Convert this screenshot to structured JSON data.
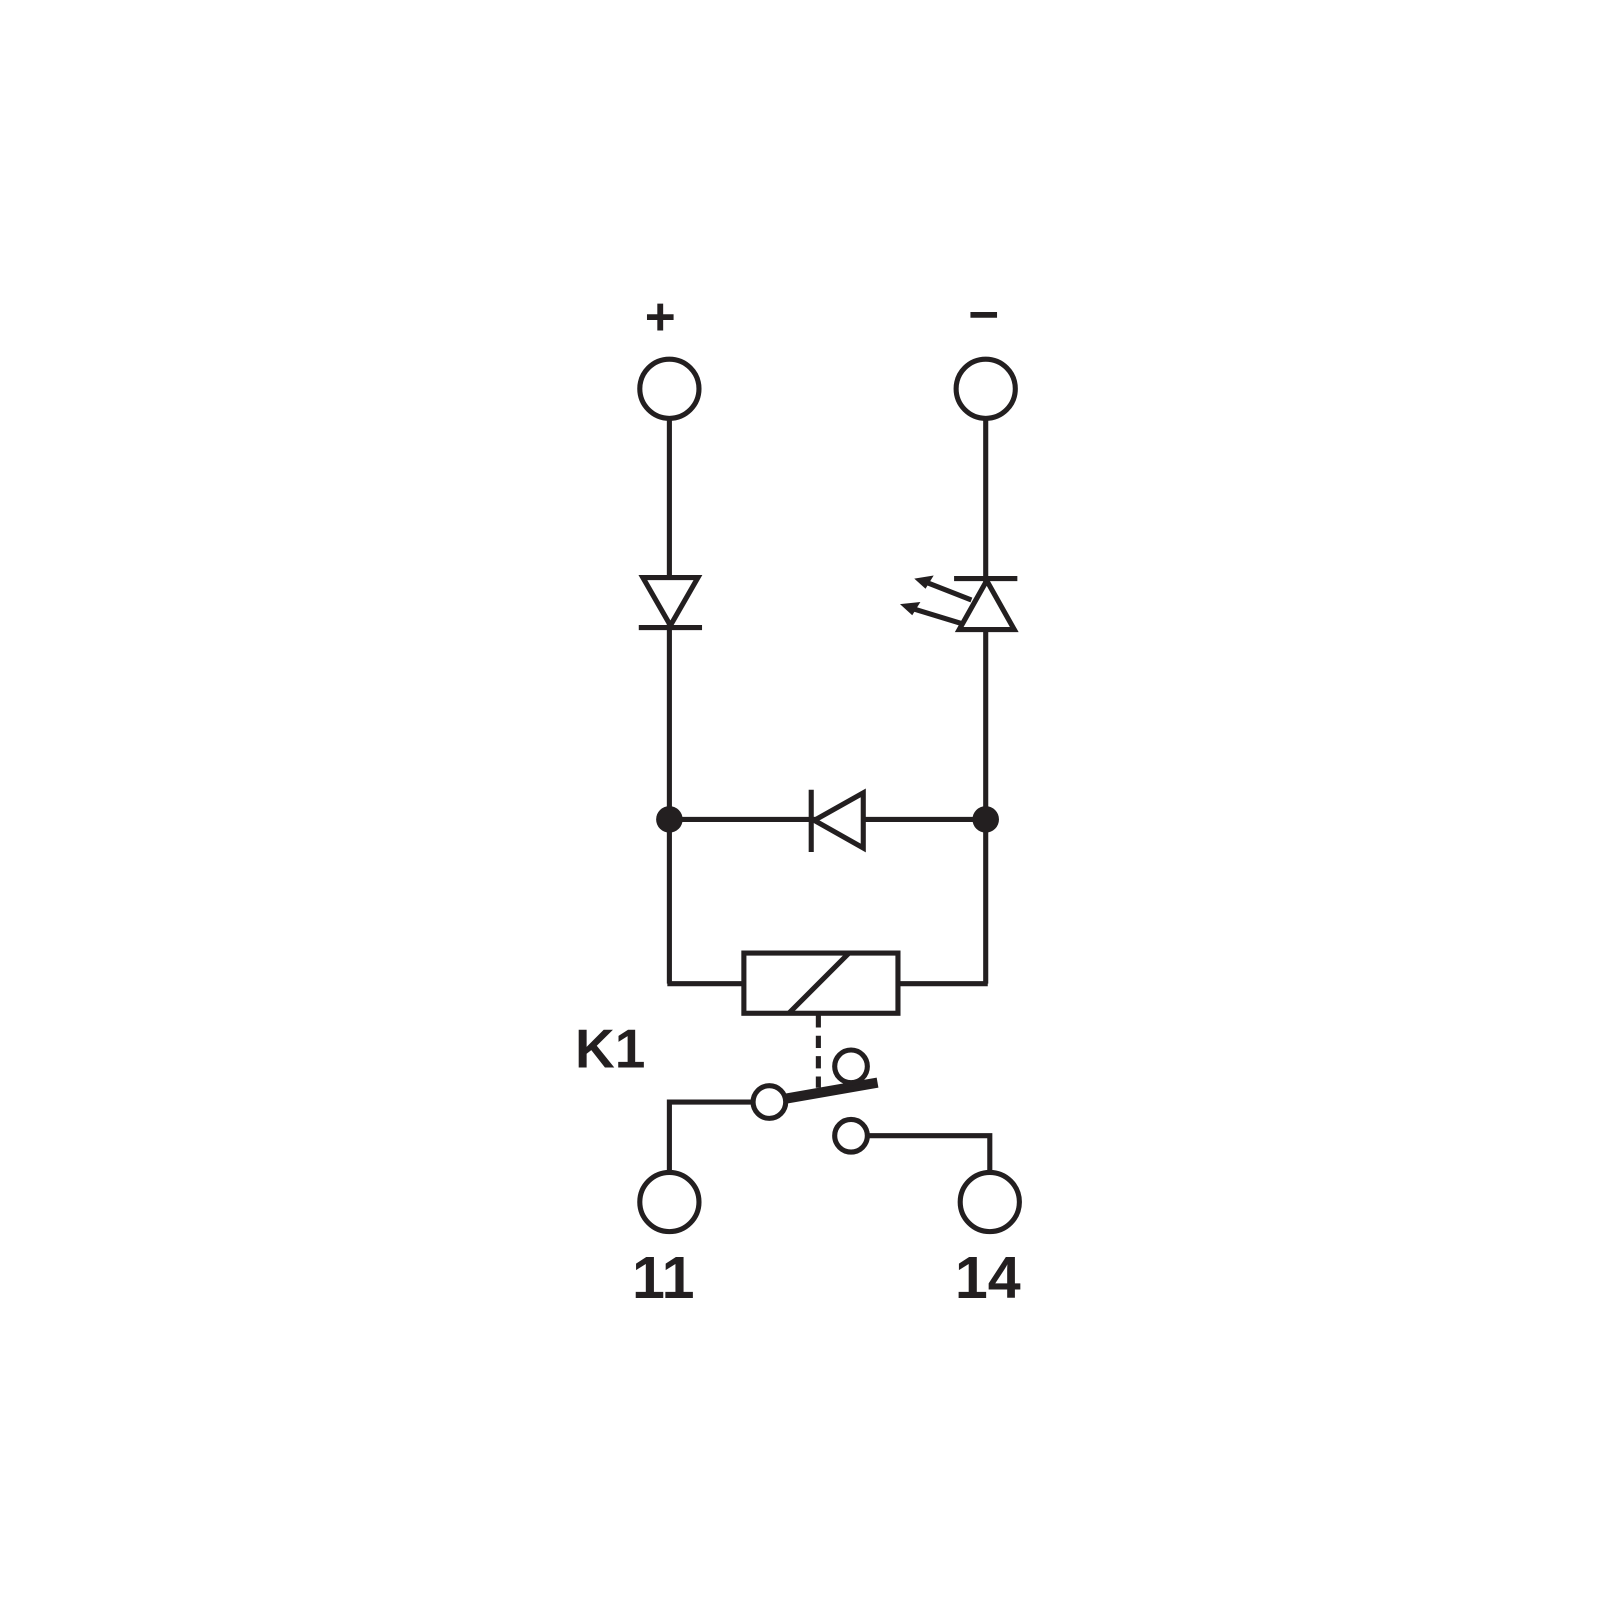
{
  "labels": {
    "plus": "+",
    "minus": "−",
    "relay": "K1",
    "terminal_11": "11",
    "terminal_14": "14"
  },
  "colors": {
    "ink": "#231f20",
    "background": "#ffffff"
  }
}
